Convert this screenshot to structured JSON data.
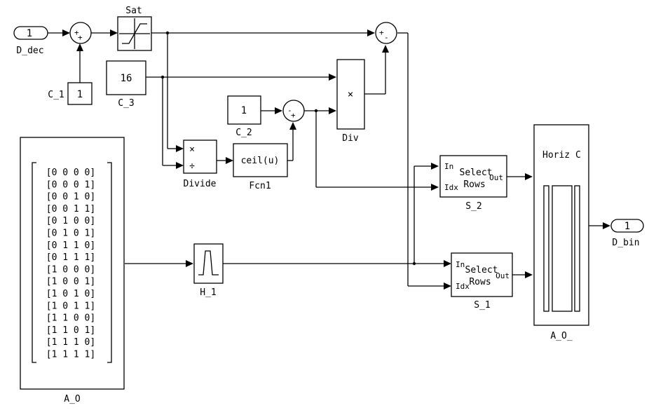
{
  "blocks": {
    "d_dec": {
      "value": "1",
      "name": "D_dec"
    },
    "c_1": {
      "value": "1",
      "name": "C_1"
    },
    "sat": {
      "name": "Sat"
    },
    "c_3": {
      "value": "16",
      "name": "C_3"
    },
    "c_2": {
      "value": "1",
      "name": "C_2"
    },
    "div": {
      "op": "×",
      "name": "Div"
    },
    "divide": {
      "op1": "×",
      "op2": "÷",
      "name": "Divide"
    },
    "fcn1": {
      "expr": "ceil(u)",
      "name": "Fcn1"
    },
    "a_o": {
      "name": "A_O",
      "rows": [
        "[0 0 0 0]",
        "[0 0 0 1]",
        "[0 0 1 0]",
        "[0 0 1 1]",
        "[0 1 0 0]",
        "[0 1 0 1]",
        "[0 1 1 0]",
        "[0 1 1 1]",
        "[1 0 0 0]",
        "[1 0 0 1]",
        "[1 0 1 0]",
        "[1 0 1 1]",
        "[1 1 0 0]",
        "[1 1 0 1]",
        "[1 1 1 0]",
        "[1 1 1 1]"
      ]
    },
    "h_1": {
      "name": "H_1"
    },
    "s_2": {
      "name": "S_2",
      "title_1": "Select",
      "title_2": "Rows",
      "in": "In",
      "idx": "Idx",
      "out": "Out"
    },
    "s_1": {
      "name": "S_1",
      "title_1": "Select",
      "title_2": "Rows",
      "in": "In",
      "idx": "Idx",
      "out": "Out"
    },
    "horiz": {
      "title": "Horiz C",
      "name": "A_O_"
    },
    "d_bin": {
      "value": "1",
      "name": "D_bin"
    }
  },
  "signs": {
    "sum1_a": "+",
    "sum1_b": "+",
    "sum2_a": "-",
    "sum2_b": "+",
    "sum3_a": "+",
    "sum3_b": "-"
  }
}
